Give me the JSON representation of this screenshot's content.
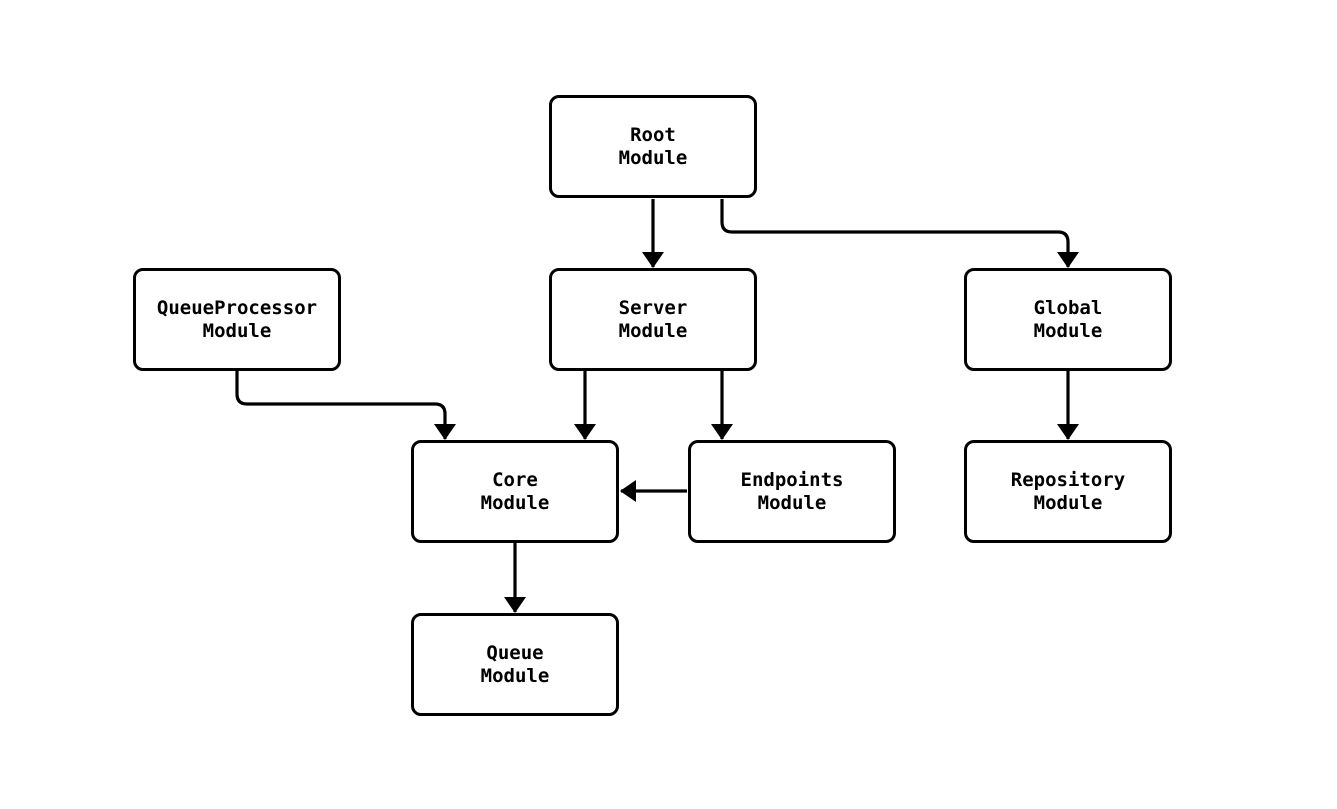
{
  "diagram": {
    "type": "flowchart",
    "background_color": "#ffffff",
    "node_style": {
      "fill": "#ffffff",
      "border_color": "#000000",
      "text_color": "#000000"
    },
    "edge_color": "#000000",
    "nodes": [
      {
        "id": "root",
        "label": "Root\nModule"
      },
      {
        "id": "queueprocessor",
        "label": "QueueProcessor\nModule"
      },
      {
        "id": "server",
        "label": "Server\nModule"
      },
      {
        "id": "global",
        "label": "Global\nModule"
      },
      {
        "id": "core",
        "label": "Core\nModule"
      },
      {
        "id": "endpoints",
        "label": "Endpoints\nModule"
      },
      {
        "id": "repository",
        "label": "Repository\nModule"
      },
      {
        "id": "queue",
        "label": "Queue\nModule"
      }
    ],
    "edges": [
      {
        "from": "Root Module",
        "to": "Server Module"
      },
      {
        "from": "Root Module",
        "to": "Global Module"
      },
      {
        "from": "QueueProcessor Module",
        "to": "Core Module"
      },
      {
        "from": "Server Module",
        "to": "Core Module"
      },
      {
        "from": "Server Module",
        "to": "Endpoints Module"
      },
      {
        "from": "Endpoints Module",
        "to": "Core Module"
      },
      {
        "from": "Global Module",
        "to": "Repository Module"
      },
      {
        "from": "Core Module",
        "to": "Queue Module"
      }
    ]
  }
}
